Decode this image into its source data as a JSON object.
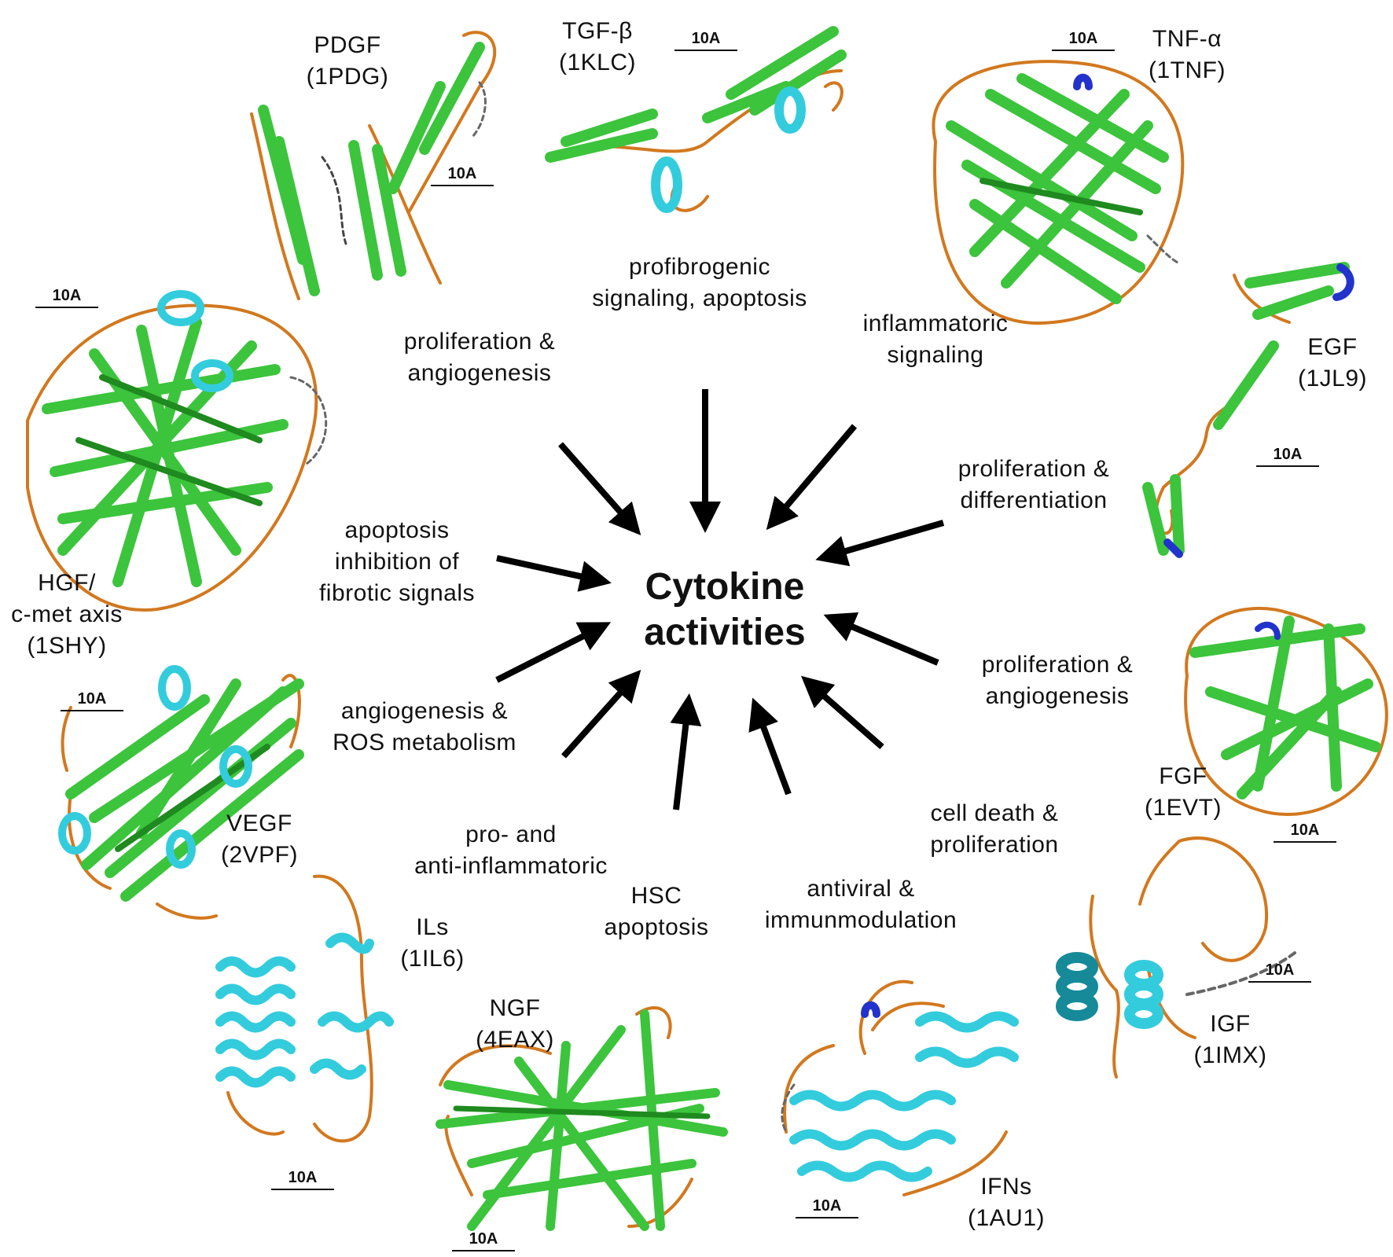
{
  "center": {
    "line1": "Cytokine",
    "line2": "activities"
  },
  "scale_label": "10A",
  "colors": {
    "strand": "#3cc43c",
    "strand_dark": "#1f8a1f",
    "helix": "#33ccdd",
    "helix_dark": "#168a99",
    "loop": "#d2781e",
    "turn": "#2233cc",
    "arrow": "#000000"
  },
  "proteins": [
    {
      "id": "pdgf",
      "line1": "PDGF",
      "line2": "(1PDG)",
      "fold": "beta-strands"
    },
    {
      "id": "tgfb",
      "line1": "TGF-β",
      "line2": "(1KLC)",
      "fold": "beta-strands-helix"
    },
    {
      "id": "tnfa",
      "line1": "TNF-α",
      "line2": "(1TNF)",
      "fold": "beta-sandwich"
    },
    {
      "id": "egf",
      "line1": "EGF",
      "line2": "(1JL9)",
      "fold": "beta-hairpin"
    },
    {
      "id": "fgf",
      "line1": "FGF",
      "line2": "(1EVT)",
      "fold": "beta-trefoil"
    },
    {
      "id": "igf",
      "line1": "IGF",
      "line2": "(1IMX)",
      "fold": "helical"
    },
    {
      "id": "ifns",
      "line1": "IFNs",
      "line2": "(1AU1)",
      "fold": "helical-bundle"
    },
    {
      "id": "ngf",
      "line1": "NGF",
      "line2": "(4EAX)",
      "fold": "beta-strands"
    },
    {
      "id": "ils",
      "line1": "ILs",
      "line2": "(1IL6)",
      "fold": "helical-bundle"
    },
    {
      "id": "vegf",
      "line1": "VEGF",
      "line2": "(2VPF)",
      "fold": "beta-strands-helix"
    },
    {
      "id": "hgf",
      "line1": "HGF/",
      "line2": "c-met axis",
      "line3": "(1SHY)",
      "fold": "beta-propeller"
    }
  ],
  "activities": [
    {
      "id": "pdgf",
      "lines": [
        "proliferation &",
        "angiogenesis"
      ]
    },
    {
      "id": "tgfb",
      "lines": [
        "profibrogenic",
        "signaling, apoptosis"
      ]
    },
    {
      "id": "tnfa",
      "lines": [
        "inflammatoric",
        "signaling"
      ]
    },
    {
      "id": "egf",
      "lines": [
        "proliferation &",
        "differentiation"
      ]
    },
    {
      "id": "fgf",
      "lines": [
        "proliferation &",
        "angiogenesis"
      ]
    },
    {
      "id": "igf",
      "lines": [
        "cell death &",
        "proliferation"
      ]
    },
    {
      "id": "ifns",
      "lines": [
        "antiviral &",
        "immunmodulation"
      ]
    },
    {
      "id": "ngf",
      "lines": [
        "HSC",
        "apoptosis"
      ]
    },
    {
      "id": "ils",
      "lines": [
        "pro- and",
        "anti-inflammatoric"
      ]
    },
    {
      "id": "vegf",
      "lines": [
        "angiogenesis &",
        "ROS metabolism"
      ]
    },
    {
      "id": "hgf",
      "lines": [
        "apoptosis",
        "inhibition of",
        "fibrotic signals"
      ]
    }
  ]
}
